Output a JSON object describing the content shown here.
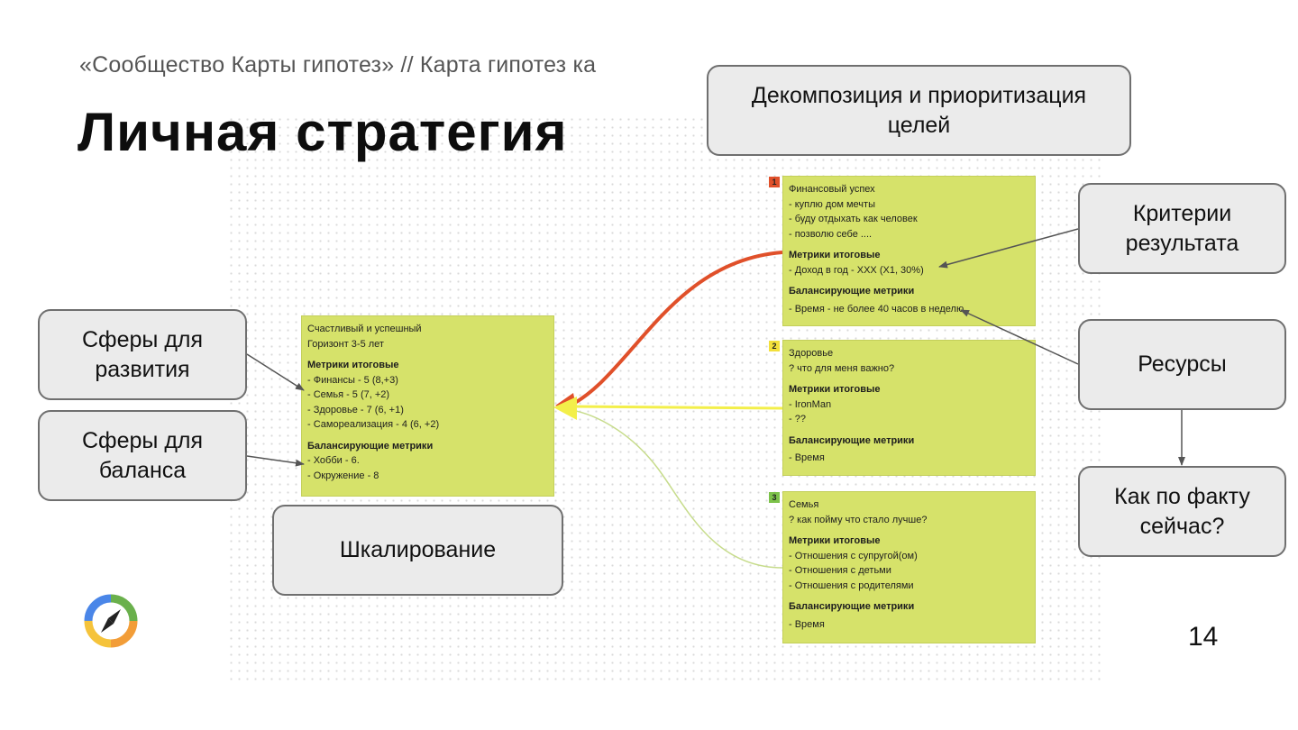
{
  "slide": {
    "breadcrumb": "«Сообщество Карты гипотез»  // Карта гипотез ка",
    "title": "Личная стратегия",
    "page_number": "14"
  },
  "callouts": {
    "decomposition": "Декомпозиция и приоритизация целей",
    "criteria": "Критерии результата",
    "resources": "Ресурсы",
    "fact": "Как по факту сейчас?",
    "spheres_dev": "Сферы для развития",
    "spheres_bal": "Сферы для баланса",
    "scaling": "Шкалирование"
  },
  "main_card": {
    "lines": [
      "Счастливый и успешный",
      "Горизонт 3-5 лет"
    ],
    "metrics_title": "Метрики итоговые",
    "metrics": [
      "- Финансы - 5 (8,+3)",
      "- Семья - 5 (7, +2)",
      "- Здоровье - 7 (6, +1)",
      "- Самореализация - 4 (6, +2)"
    ],
    "balance_title": "Балансирующие метрики",
    "balance": [
      "- Хобби - 6.",
      "- Окружение - 8"
    ]
  },
  "goals": [
    {
      "badge": "1",
      "badge_color": "#e0502a",
      "lines": [
        "Финансовый успех",
        "- куплю дом мечты",
        "- буду отдыхать как человек",
        "- позволю себе ...."
      ],
      "metrics_title": "Метрики итоговые",
      "metrics": [
        "- Доход в год - XXX (X1, 30%)"
      ],
      "balance_title": "Балансирующие метрики",
      "balance": [
        "- Время - не более 40 часов в неделю"
      ]
    },
    {
      "badge": "2",
      "badge_color": "#f3e03a",
      "lines": [
        "Здоровье",
        "? что для меня важно?"
      ],
      "metrics_title": "Метрики итоговые",
      "metrics": [
        "- IronMan",
        "- ??"
      ],
      "balance_title": "Балансирующие метрики",
      "balance": [
        "- Время"
      ]
    },
    {
      "badge": "3",
      "badge_color": "#7cc24a",
      "lines": [
        "Семья",
        "? как пойму что стало лучше?"
      ],
      "metrics_title": "Метрики итоговые",
      "metrics": [
        "- Отношения с супругой(ом)",
        "- Отношения с детьми",
        "- Отношения с родителями"
      ],
      "balance_title": "Балансирующие метрики",
      "balance": [
        "- Время"
      ]
    }
  ],
  "colors": {
    "card": "#d6e26a",
    "link_1": "#e0502a",
    "link_2": "#f3ef4a",
    "link_3": "#c7dc8c",
    "logo_blue": "#4a86e8",
    "logo_green": "#6ab04c",
    "logo_yellow": "#f5c33b",
    "logo_orange": "#f29d38"
  },
  "icons": {
    "logo": "compass-icon"
  }
}
